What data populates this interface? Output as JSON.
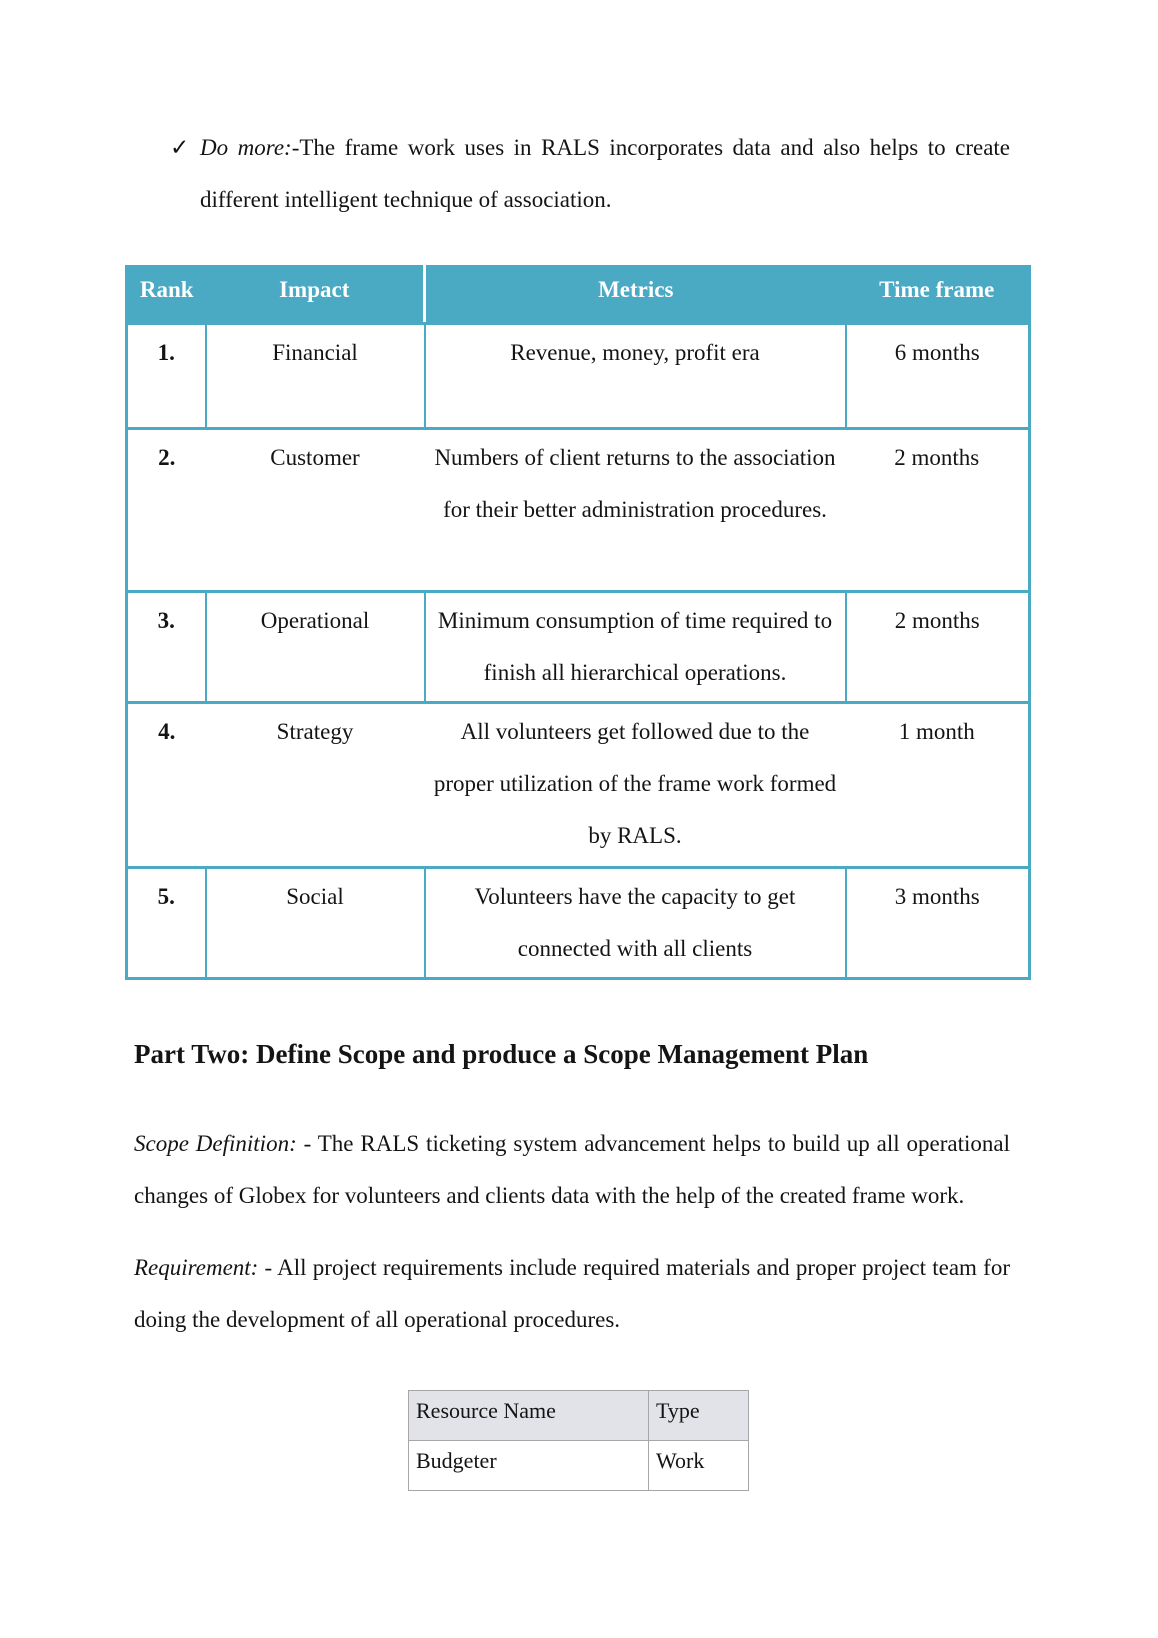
{
  "page": {
    "bullet": {
      "marker": "✓",
      "lead": "Do more:",
      "text": "-The frame work uses in RALS incorporates data and also helps to create different intelligent technique of association."
    },
    "impact_table": {
      "headers": {
        "rank": "Rank",
        "impact": "Impact",
        "metrics": "Metrics",
        "time": "Time frame"
      },
      "rows": [
        {
          "rank": "1.",
          "impact": "Financial",
          "metrics": "Revenue, money, profit era",
          "time": "6 months"
        },
        {
          "rank": "2.",
          "impact": "Customer",
          "metrics": "Numbers of client returns to the association for their better administration procedures.",
          "time": "2 months"
        },
        {
          "rank": "3.",
          "impact": "Operational",
          "metrics": "Minimum consumption of time required to finish all hierarchical operations.",
          "time": "2 months"
        },
        {
          "rank": "4.",
          "impact": "Strategy",
          "metrics": "All volunteers get followed due to the proper utilization of the frame work formed by RALS.",
          "time": "1 month"
        },
        {
          "rank": "5.",
          "impact": "Social",
          "metrics": "Volunteers have the capacity to get connected with all clients",
          "time": "3 months"
        }
      ]
    },
    "heading": "Part Two: Define Scope and produce a Scope Management Plan",
    "scope": {
      "lead": "Scope Definition:",
      "text": " - The RALS ticketing system advancement helps to build up all operational changes of Globex for volunteers and clients data with the help of the created frame work."
    },
    "requirement": {
      "lead": "Requirement:",
      "text": " - All project requirements include required materials and proper project team for doing the development of all operational procedures."
    },
    "resource_table": {
      "headers": {
        "name": "Resource Name",
        "type": "Type"
      },
      "rows": [
        {
          "name": "Budgeter",
          "type": "Work"
        }
      ]
    },
    "colors": {
      "accent_teal": "#4AA9C3",
      "resource_header_bg": "#E2E3E8",
      "resource_border": "#A6A6A6"
    }
  }
}
